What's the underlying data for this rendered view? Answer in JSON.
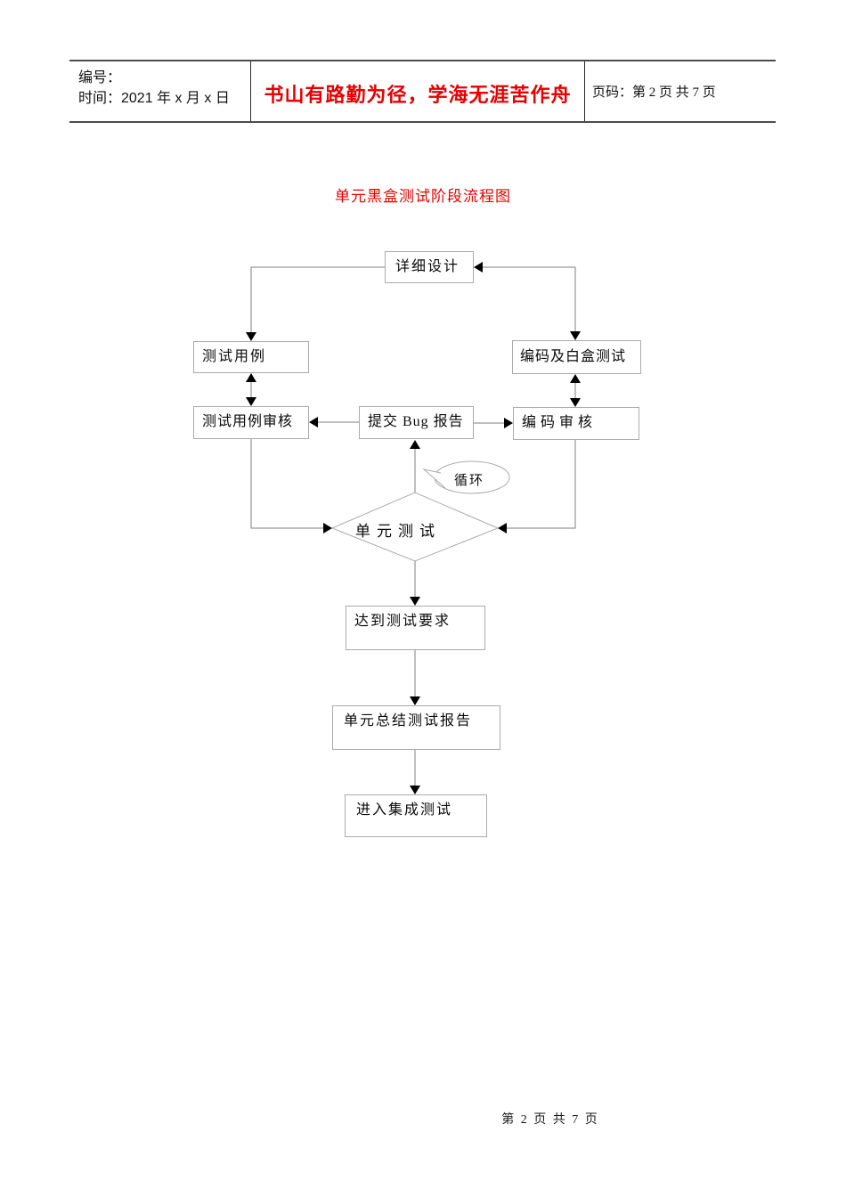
{
  "header": {
    "number_label": "编号：",
    "time_label": "时间：2021 年 x 月 x 日",
    "slogan": "书山有路勤为径，学海无涯苦作舟",
    "page_label": "页码：第 2 页  共 7 页"
  },
  "title": "单元黑盒测试阶段流程图",
  "flowchart": {
    "nodes": {
      "detail_design": "详细设计",
      "test_case": "测试用例",
      "coding_whitebox": "编码及白盒测试",
      "test_case_review": "测试用例审核",
      "submit_bug": "提交 Bug 报告",
      "code_review": "编码审核",
      "loop_label": "循环",
      "unit_test": "单元测试",
      "reach_requirement": "达到测试要求",
      "unit_summary": "单元总结测试报告",
      "integration": "进入集成测试"
    }
  },
  "footer": {
    "page_text": "第 2 页 共 7 页"
  },
  "colors": {
    "accent_red": "#e60000",
    "connector_gray": "#7f7f7f",
    "shape_border_gray": "#ababab",
    "arrow_black": "#000000"
  }
}
